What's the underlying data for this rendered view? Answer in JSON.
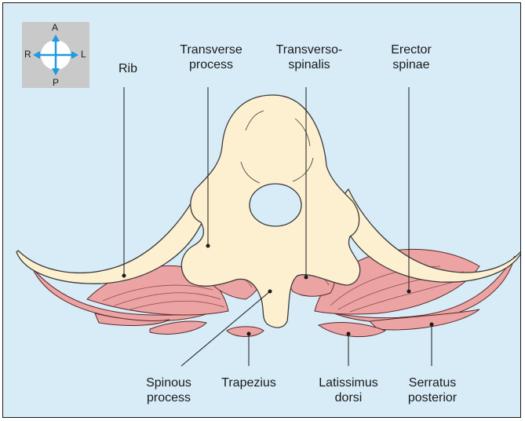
{
  "figure": {
    "colors": {
      "background": "#d7ecf7",
      "bone": "#fdf0d0",
      "bone_outline": "#3a3a3a",
      "muscle": "#eba3a3",
      "muscle_outline": "#5a2a2a",
      "compass_bg": "#c9c9c9",
      "compass_arrow": "#1e9be0"
    },
    "orientation": {
      "anterior": "A",
      "posterior": "P",
      "right": "R",
      "left": "L"
    },
    "top_labels": {
      "rib": "Rib",
      "transverse_process": "Transverse\nprocess",
      "transversospinalis": "Transverso-\nspinalis",
      "erector_spinae": "Erector\nspinae"
    },
    "bottom_labels": {
      "spinous_process": "Spinous\nprocess",
      "trapezius": "Trapezius",
      "latissimus_dorsi": "Latissimus\ndorsi",
      "serratus_posterior": "Serratus\nposterior"
    }
  }
}
